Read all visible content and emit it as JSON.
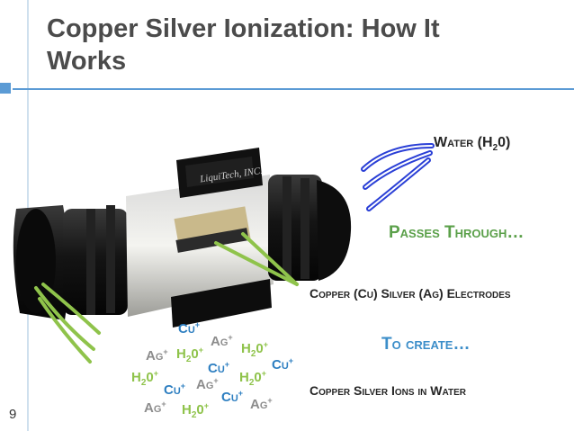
{
  "slide": {
    "title": "Copper Silver Ionization: How It Works",
    "slide_number": "9"
  },
  "labels": {
    "water": "Water (H",
    "water_sub": "2",
    "water_end": "0)",
    "passes_through": "Passes Through…",
    "electrodes": "Copper (Cu) Silver (Ag) Electrodes",
    "to_create": "To create…",
    "ions_in_water": "Copper Silver Ions in Water"
  },
  "ions": [
    {
      "kind": "cu",
      "text": "Cu",
      "sup": "+"
    },
    {
      "kind": "ag",
      "text": "Ag",
      "sup": "+"
    },
    {
      "kind": "h2o",
      "text": "H",
      "sub": "2",
      "tail": "0",
      "sup": "+"
    },
    {
      "kind": "ag",
      "text": "Ag",
      "sup": "+"
    },
    {
      "kind": "h2o",
      "text": "H",
      "sub": "2",
      "tail": "0",
      "sup": "+"
    },
    {
      "kind": "cu",
      "text": "Cu",
      "sup": "+"
    },
    {
      "kind": "cu",
      "text": "Cu",
      "sup": "+"
    },
    {
      "kind": "h2o",
      "text": "H",
      "sub": "2",
      "tail": "0",
      "sup": "+"
    },
    {
      "kind": "cu",
      "text": "Cu",
      "sup": "+"
    },
    {
      "kind": "ag",
      "text": "Ag",
      "sup": "+"
    },
    {
      "kind": "h2o",
      "text": "H",
      "sub": "2",
      "tail": "0",
      "sup": "+"
    },
    {
      "kind": "cu",
      "text": "Cu",
      "sup": "+"
    },
    {
      "kind": "ag",
      "text": "Ag",
      "sup": "+"
    },
    {
      "kind": "ag",
      "text": "Ag",
      "sup": "+"
    },
    {
      "kind": "h2o",
      "text": "H",
      "sub": "2",
      "tail": "0",
      "sup": "+"
    }
  ],
  "device": {
    "brand_lettering": "LiquiTech, INC."
  },
  "colors": {
    "title": "#4b4b4b",
    "accent_blue": "#5b9bd5",
    "passes_green": "#5ba04a",
    "create_blue": "#3c8ec9",
    "arrow_blue": "#2a3fd6",
    "arrow_green": "#8fc34b"
  }
}
